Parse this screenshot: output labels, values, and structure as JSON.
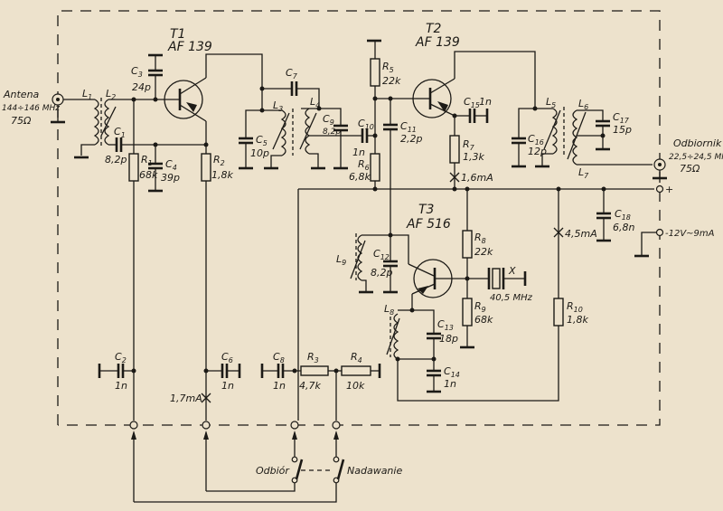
{
  "title": "UKF converter schematic (144-146 MHz to 22.5-24.5 MHz)",
  "colors": {
    "paper": "#ede2cc",
    "ink": "#1c1a16"
  },
  "transistors": [
    {
      "ref": "T1",
      "type": "AF 139"
    },
    {
      "ref": "T2",
      "type": "AF 139"
    },
    {
      "ref": "T3",
      "type": "AF 516"
    }
  ],
  "antenna": {
    "label": "Antena",
    "freq": "144÷146 MHz",
    "impedance": "75Ω"
  },
  "receiver": {
    "label": "Odbiornik",
    "freq": "22,5÷24,5 MHz",
    "impedance": "75Ω"
  },
  "supply": {
    "label": "-12V~9mA",
    "plus": "+"
  },
  "crystal": {
    "ref": "X",
    "freq": "40,5 MHz"
  },
  "capacitors": [
    {
      "ref": "C",
      "n": "1",
      "value": "8,2p"
    },
    {
      "ref": "C",
      "n": "2",
      "value": "1n"
    },
    {
      "ref": "C",
      "n": "3",
      "value": "24p"
    },
    {
      "ref": "C",
      "n": "4",
      "value": "39p"
    },
    {
      "ref": "C",
      "n": "5",
      "value": "10p"
    },
    {
      "ref": "C",
      "n": "6",
      "value": "1n"
    },
    {
      "ref": "C",
      "n": "7",
      "value": ""
    },
    {
      "ref": "C",
      "n": "8",
      "value": "1n"
    },
    {
      "ref": "C",
      "n": "9",
      "value": "8,2p"
    },
    {
      "ref": "C",
      "n": "10",
      "value": "1n"
    },
    {
      "ref": "C",
      "n": "11",
      "value": "2,2p"
    },
    {
      "ref": "C",
      "n": "12",
      "value": "8,2p"
    },
    {
      "ref": "C",
      "n": "13",
      "value": "18p"
    },
    {
      "ref": "C",
      "n": "14",
      "value": "1n"
    },
    {
      "ref": "C",
      "n": "15",
      "value": "1n"
    },
    {
      "ref": "C",
      "n": "16",
      "value": "12p"
    },
    {
      "ref": "C",
      "n": "17",
      "value": "15p"
    },
    {
      "ref": "C",
      "n": "18",
      "value": "6,8n"
    }
  ],
  "resistors": [
    {
      "ref": "R",
      "n": "1",
      "value": "68k"
    },
    {
      "ref": "R",
      "n": "2",
      "value": "1,8k"
    },
    {
      "ref": "R",
      "n": "3",
      "value": "4,7k"
    },
    {
      "ref": "R",
      "n": "4",
      "value": "10k"
    },
    {
      "ref": "R",
      "n": "5",
      "value": "22k"
    },
    {
      "ref": "R",
      "n": "6",
      "value": "6,8k"
    },
    {
      "ref": "R",
      "n": "7",
      "value": "1,3k"
    },
    {
      "ref": "R",
      "n": "8",
      "value": "22k"
    },
    {
      "ref": "R",
      "n": "9",
      "value": "68k"
    },
    {
      "ref": "R",
      "n": "10",
      "value": "1,8k"
    }
  ],
  "inductors": [
    {
      "ref": "L",
      "n": "1"
    },
    {
      "ref": "L",
      "n": "2"
    },
    {
      "ref": "L",
      "n": "3"
    },
    {
      "ref": "L",
      "n": "4"
    },
    {
      "ref": "L",
      "n": "5"
    },
    {
      "ref": "L",
      "n": "6"
    },
    {
      "ref": "L",
      "n": "7"
    },
    {
      "ref": "L",
      "n": "8"
    },
    {
      "ref": "L",
      "n": "9"
    }
  ],
  "currents": {
    "t1": "1,7mA",
    "t2": "1,6mA",
    "t3": "4,5mA"
  },
  "switches": {
    "receive": "Odbiór",
    "transmit": "Nadawanie"
  }
}
